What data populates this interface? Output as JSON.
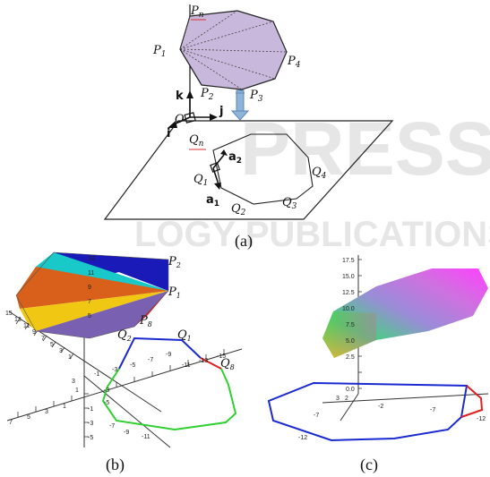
{
  "watermark": {
    "line1": "PRESS",
    "line2": "LOGY PUBLICATIONS"
  },
  "panel_a": {
    "caption": "(a)",
    "labels": {
      "pn": "P",
      "pn_sub": "n",
      "p1": "P",
      "p1_sub": "1",
      "p2": "P",
      "p2_sub": "2",
      "p3": "P",
      "p3_sub": "3",
      "p4": "P",
      "p4_sub": "4",
      "k": "k",
      "j": "j",
      "i": "i",
      "o": "O",
      "qn": "Q",
      "qn_sub": "n",
      "q1": "Q",
      "q1_sub": "1",
      "q2": "Q",
      "q2_sub": "2",
      "q3": "Q",
      "q3_sub": "3",
      "q4": "Q",
      "q4_sub": "4",
      "a1": "a",
      "a1_sub": "1",
      "a2": "a",
      "a2_sub": "2"
    },
    "colors": {
      "polygon_fill": "#c8b8dc",
      "polygon_stroke": "#222222",
      "arrow": "#8fb4d9"
    }
  },
  "panel_b": {
    "caption": "(b)",
    "labels": {
      "p2": "P",
      "p2_sub": "2",
      "p1": "P",
      "p1_sub": "1",
      "p8": "P",
      "p8_sub": "8",
      "q2": "Q",
      "q2_sub": "2",
      "q1": "Q",
      "q1_sub": "1",
      "q8": "Q",
      "q8_sub": "8"
    },
    "ticks_z": [
      "13",
      "11",
      "9",
      "7",
      "5"
    ],
    "ticks_left": [
      "15",
      "13",
      "11",
      "9",
      "7",
      "5",
      "3",
      "1"
    ],
    "ticks_left_low": [
      "3",
      "1"
    ],
    "ticks_bottom": [
      "7",
      "5",
      "3",
      "1"
    ],
    "ticks_vert_low": [
      "-1",
      "-3",
      "-5"
    ],
    "ticks_mid": [
      "-3",
      "-5",
      "-7",
      "-9",
      "-11"
    ],
    "ticks_right": [
      "-1",
      "-3",
      "-5",
      "-7",
      "-9",
      "-11",
      "-13",
      "-15"
    ],
    "colors": {
      "top": "#1a1ab8",
      "cyan": "#19c8c8",
      "orange": "#d8601a",
      "yellow": "#f0c814",
      "purple": "#7a60b0",
      "red": "#e02030",
      "blue_line": "#1a2ad0",
      "red_line": "#e02020",
      "green_line": "#30d030"
    }
  },
  "panel_c": {
    "caption": "(c)",
    "ticks_z": [
      "17.5",
      "15.0",
      "12.5",
      "10.0",
      "7.5",
      "5.0",
      "2.5",
      "0.0"
    ],
    "ticks_y": [
      "3",
      "2"
    ],
    "ticks_x": [
      "-2",
      "-7",
      "-12"
    ],
    "ticks_left": [
      "-7",
      "-12"
    ],
    "colors": {
      "blue_line": "#1a2ad0",
      "red_line": "#e02020"
    }
  }
}
